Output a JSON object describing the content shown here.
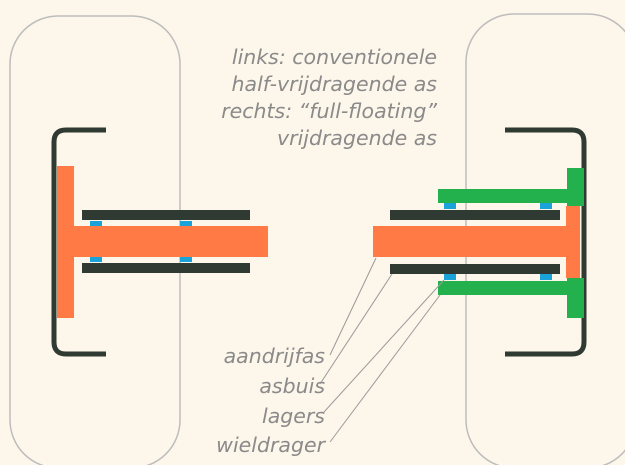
{
  "caption": {
    "line1": "links: conventionele",
    "line2": "half-vrijdragende as",
    "line3": "rechts: “full-floating”",
    "line4": "vrijdragende as"
  },
  "labels": {
    "drive_shaft": "aandrijfas",
    "axle_tube": "asbuis",
    "bearings": "lagers",
    "wheel_carrier": "wieldrager"
  },
  "colors": {
    "background": "#fdf6ea",
    "outline": "#bdbdbd",
    "shaft": "#ff7a45",
    "tube": "#2f3a33",
    "bearing": "#1aa3d9",
    "carrier": "#22b14c",
    "text": "#8a8a8a"
  }
}
